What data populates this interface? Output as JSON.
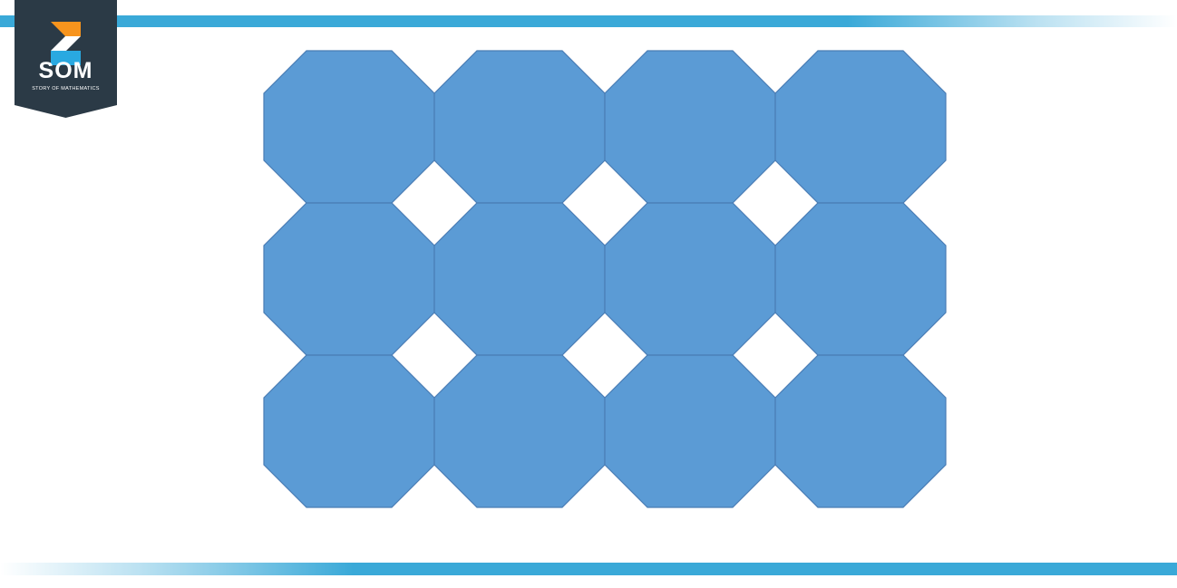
{
  "logo": {
    "name": "SOM",
    "tagline": "STORY OF MATHEMATICS"
  },
  "colors": {
    "octagon_fill": "#5b9bd5",
    "octagon_stroke": "#4a7db5",
    "bar": "#3aa9d8",
    "logo_bg": "#2b3a46",
    "logo_orange": "#f7941d",
    "logo_blue": "#29a9e1"
  },
  "tiling": {
    "shape": "octagon",
    "rows": 3,
    "columns": 4,
    "gap_shape": "square"
  }
}
